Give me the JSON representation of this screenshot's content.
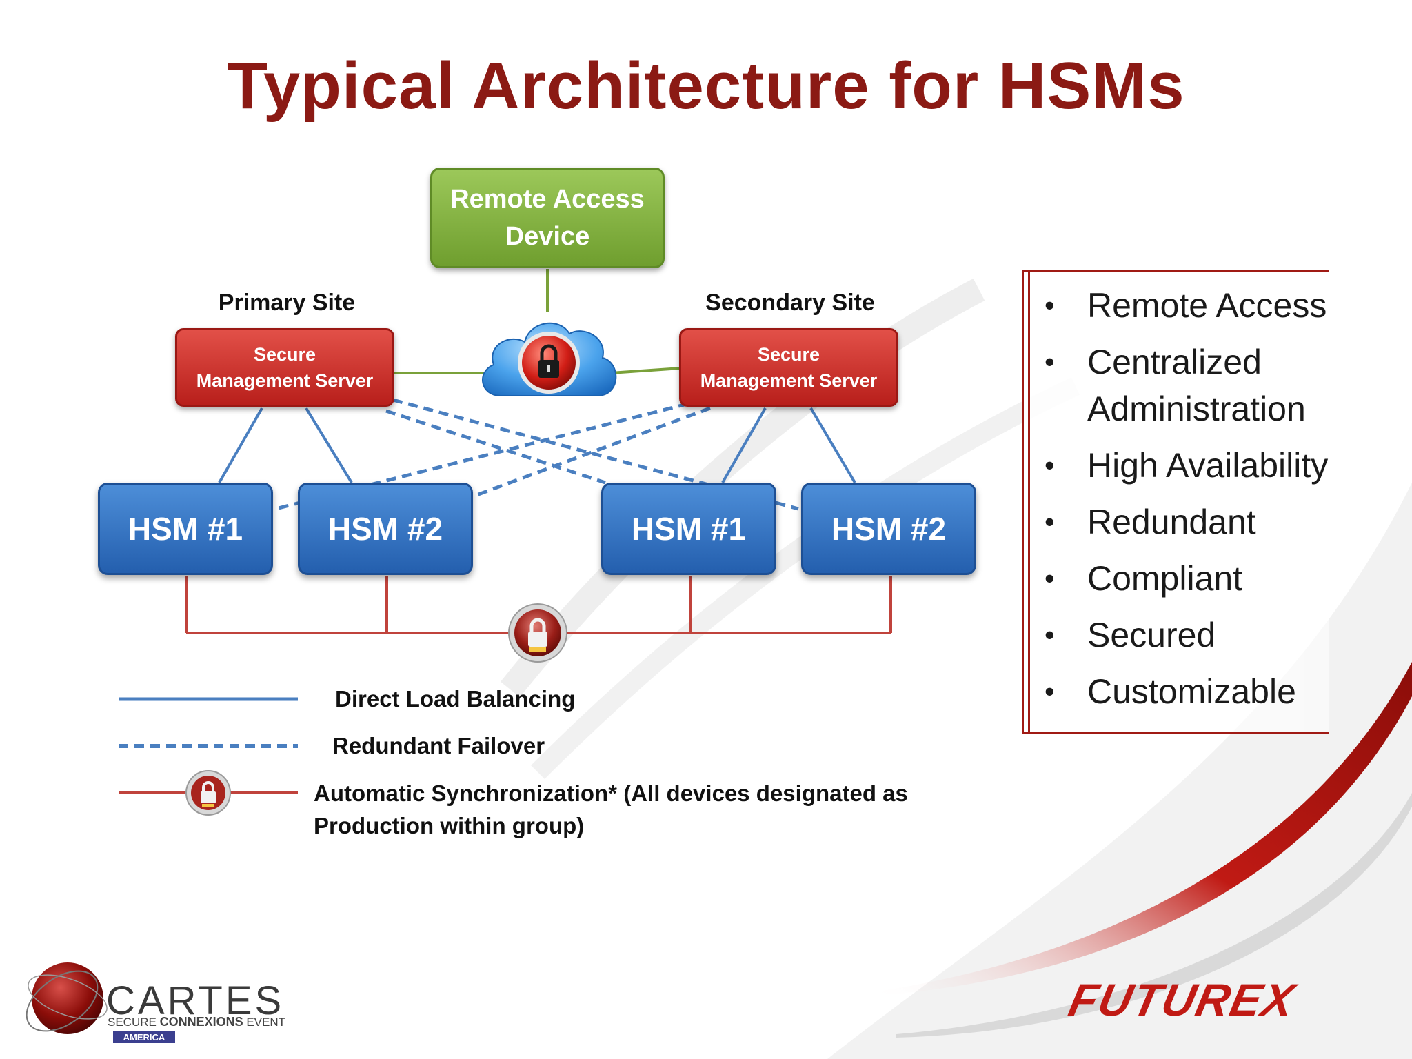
{
  "title": "Typical Architecture for HSMs",
  "diagram": {
    "remote_access": "Remote Access\nDevice",
    "primary_site": "Primary Site",
    "secondary_site": "Secondary Site",
    "sms_primary": "Secure\nManagement Server",
    "sms_secondary": "Secure\nManagement Server",
    "hsms": [
      "HSM #1",
      "HSM #2",
      "HSM #1",
      "HSM #2"
    ]
  },
  "legend": {
    "direct": "Direct Load Balancing",
    "failover": "Redundant Failover",
    "sync": "Automatic Synchronization* (All devices designated as\nProduction within group)"
  },
  "features": [
    "Remote Access",
    "Centralized\nAdministration",
    "High Availability",
    "Redundant",
    "Compliant",
    "Secured",
    "Customizable"
  ],
  "bullet": "•",
  "logos": {
    "cartes": "CARTES",
    "cartes_sub_1": "SECURE ",
    "cartes_sub_2": "CONNEXIONS",
    "cartes_sub_3": " EVENT",
    "cartes_badge": "AMERICA",
    "futurex": "FUTUREX"
  },
  "colors": {
    "title": "#8b1a14",
    "green_box": "#7fb03e",
    "red_box": "#c9302a",
    "blue_box": "#3a78c6",
    "direct_line": "#4a7fc0",
    "failover_line": "#4a7fc0",
    "sync_line": "#c0433c",
    "cloud": "#3b8fde",
    "accent_swoosh": "#c01a14"
  },
  "icons": [
    "cloud-lock-icon",
    "sync-lock-icon",
    "legend-sync-lock-icon",
    "cartes-sphere-icon"
  ]
}
